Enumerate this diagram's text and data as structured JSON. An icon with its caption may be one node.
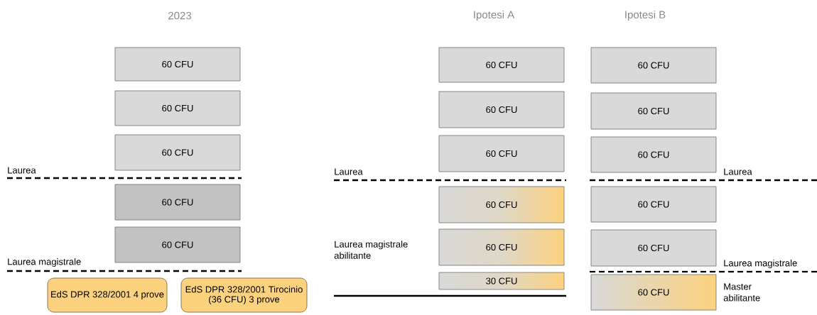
{
  "diagram": {
    "nodes": [
      {
        "text": [
          "60 CFU"
        ]
      },
      {
        "text": [
          "60 CFU"
        ]
      },
      {
        "text": [
          "60 CFU"
        ]
      },
      {
        "text": [
          "60 CFU"
        ]
      },
      {
        "text": [
          "60 CFU"
        ]
      },
      {
        "text": [
          "EdS DPR 328/2001 4 prove"
        ]
      },
      {
        "text": [
          "EdS DPR 328/2001 Tirocinio (36 CFU) 3 prove"
        ]
      },
      {
        "text": [
          "60 CFU"
        ]
      },
      {
        "text": [
          "60 CFU"
        ]
      },
      {
        "text": [
          "60 CFU"
        ]
      },
      {
        "text": [
          "60 CFU"
        ]
      },
      {
        "text": [
          "60 CFU"
        ]
      },
      {
        "text": [
          "30 CFU"
        ]
      },
      {
        "text": [
          "60 CFU"
        ]
      },
      {
        "text": [
          "60 CFU"
        ]
      },
      {
        "text": [
          "60 CFU"
        ]
      },
      {
        "text": [
          "60 CFU"
        ]
      },
      {
        "text": [
          "60 CFU"
        ]
      },
      {
        "text": [
          "60 CFU"
        ]
      }
    ],
    "labels": [
      "2023",
      "Ipotesi A",
      "Ipotesi B",
      "Laurea",
      "Laurea",
      "Laurea",
      "Laurea magistrale",
      "Laurea magistrale abilitante",
      "Laurea magistrale",
      "Master abilitante"
    ]
  }
}
